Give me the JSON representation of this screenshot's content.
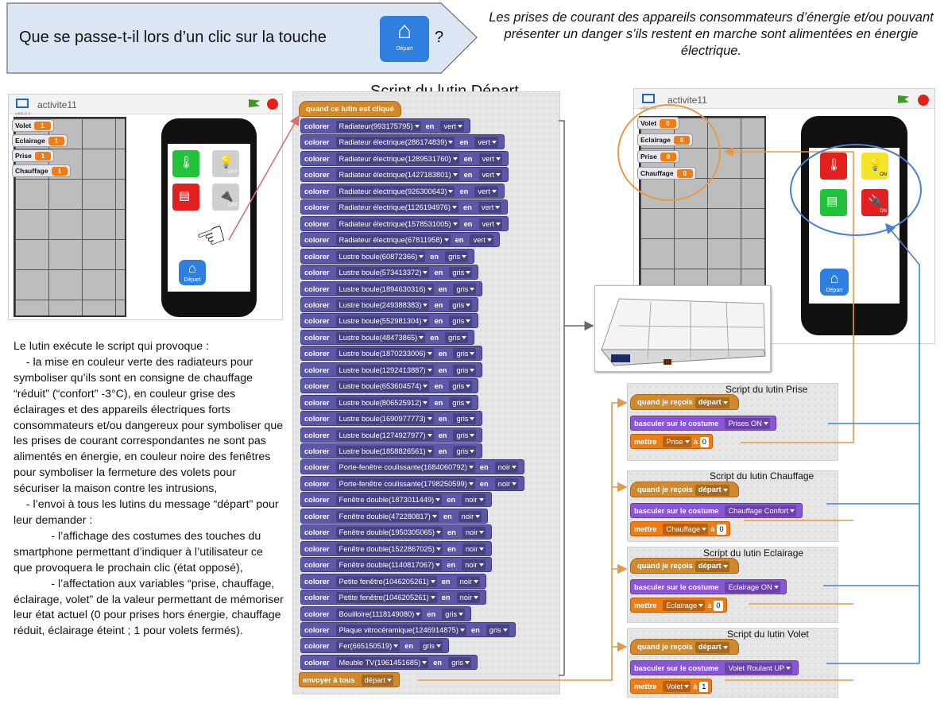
{
  "question": {
    "text": "Que se passe-t-il lors d’un clic sur la touche",
    "button_label": "Départ",
    "question_mark": "?"
  },
  "answer": "Les prises de courant des appareils consommateurs d’énergie et/ou pouvant présenter un danger s’ils restent en marche sont alimentées en énergie électrique.",
  "stage_left": {
    "title": "activite11",
    "version": "v456.0.4",
    "variables": [
      {
        "name": "Volet",
        "value": "1"
      },
      {
        "name": "Eclairage",
        "value": "1"
      },
      {
        "name": "Prise",
        "value": "1"
      },
      {
        "name": "Chauffage",
        "value": "1"
      }
    ],
    "tiles": [
      {
        "color": "#22c33a",
        "label": ""
      },
      {
        "color": "#cfcfcf",
        "label": "OFF"
      },
      {
        "color": "#e22020",
        "label": ""
      },
      {
        "color": "#cfcfcf",
        "label": "OFF"
      }
    ],
    "home_label": "Départ"
  },
  "stage_right": {
    "title": "activite11",
    "version": "v456.0.4",
    "variables": [
      {
        "name": "Volet",
        "value": "0"
      },
      {
        "name": "Eclairage",
        "value": "0"
      },
      {
        "name": "Prise",
        "value": "0"
      },
      {
        "name": "Chauffage",
        "value": "0"
      }
    ],
    "tiles": [
      {
        "color": "#e22020",
        "label": ""
      },
      {
        "color": "#f4e52a",
        "label": "ON"
      },
      {
        "color": "#22c33a",
        "label": ""
      },
      {
        "color": "#e22020",
        "label": "ON"
      }
    ],
    "home_label": "Départ"
  },
  "script_title": "Script du lutin Départ",
  "main_script": {
    "hat": "quand ce lutin est cliqué",
    "verb": "colorer",
    "connector": "en",
    "blocks": [
      {
        "target": "Radiateur(993175795)",
        "color": "vert"
      },
      {
        "target": "Radiateur électrique(286174839)",
        "color": "vert"
      },
      {
        "target": "Radiateur électrique(1289531760)",
        "color": "vert"
      },
      {
        "target": "Radiateur électrique(1427183801)",
        "color": "vert"
      },
      {
        "target": "Radiateur électrique(926300643)",
        "color": "vert"
      },
      {
        "target": "Radiateur électrique(1126194976)",
        "color": "vert"
      },
      {
        "target": "Radiateur électrique(1578531005)",
        "color": "vert"
      },
      {
        "target": "Radiateur électrique(67811958)",
        "color": "vert"
      },
      {
        "target": "Lustre boule(60872366)",
        "color": "gris"
      },
      {
        "target": "Lustre boule(573413372)",
        "color": "gris"
      },
      {
        "target": "Lustre boule(1894630316)",
        "color": "gris"
      },
      {
        "target": "Lustre boule(249388383)",
        "color": "gris"
      },
      {
        "target": "Lustre boule(552981304)",
        "color": "gris"
      },
      {
        "target": "Lustre boule(48473865)",
        "color": "gris"
      },
      {
        "target": "Lustre boule(1870233006)",
        "color": "gris"
      },
      {
        "target": "Lustre boule(1292413887)",
        "color": "gris"
      },
      {
        "target": "Lustre boule(653604574)",
        "color": "gris"
      },
      {
        "target": "Lustre boule(806525912)",
        "color": "gris"
      },
      {
        "target": "Lustre boule(1690977773)",
        "color": "gris"
      },
      {
        "target": "Lustre boule(1274927977)",
        "color": "gris"
      },
      {
        "target": "Lustre boule(1858826561)",
        "color": "gris"
      },
      {
        "target": "Porte-fenêtre coulissante(1684060792)",
        "color": "noir"
      },
      {
        "target": "Porte-fenêtre coulissante(1798250599)",
        "color": "noir"
      },
      {
        "target": "Fenêtre double(1873011449)",
        "color": "noir"
      },
      {
        "target": "Fenêtre double(472280817)",
        "color": "noir"
      },
      {
        "target": "Fenêtre double(1950305065)",
        "color": "noir"
      },
      {
        "target": "Fenêtre double(1522867025)",
        "color": "noir"
      },
      {
        "target": "Fenêtre double(1140817067)",
        "color": "noir"
      },
      {
        "target": "Petite fenêtre(1046205261)",
        "color": "noir"
      },
      {
        "target": "Petite fenêtre(1046205261)",
        "color": "noir"
      },
      {
        "target": "Bouilloire(1118149080)",
        "color": "gris"
      },
      {
        "target": "Plaque vitrocéramique(1246914875)",
        "color": "gris"
      },
      {
        "target": "Fer(665150519)",
        "color": "gris"
      },
      {
        "target": "Meuble TV(1961451685)",
        "color": "gris"
      }
    ],
    "broadcast_label": "envoyer à tous",
    "broadcast_msg": "départ"
  },
  "sub_scripts": [
    {
      "title": "Script du lutin Prise",
      "hat": "quand je reçois",
      "msg": "départ",
      "costume_label": "basculer sur le costume",
      "costume": "Prises ON",
      "set_label": "mettre",
      "var": "Prise",
      "to": "à",
      "value": "0"
    },
    {
      "title": "Script du lutin Chauffage",
      "hat": "quand je reçois",
      "msg": "départ",
      "costume_label": "basculer sur le costume",
      "costume": "Chauffage Confort",
      "set_label": "mettre",
      "var": "Chauffage",
      "to": "à",
      "value": "0"
    },
    {
      "title": "Script du lutin Eclairage",
      "hat": "quand je reçois",
      "msg": "départ",
      "costume_label": "basculer sur le costume",
      "costume": "Eclairage ON",
      "set_label": "mettre",
      "var": "Eclairage",
      "to": "à",
      "value": "0"
    },
    {
      "title": "Script du lutin Volet",
      "hat": "quand je reçois",
      "msg": "départ",
      "costume_label": "basculer sur le costume",
      "costume": "Volet Roulant UP",
      "set_label": "mettre",
      "var": "Volet",
      "to": "à",
      "value": "1"
    }
  ],
  "explanation": [
    "Le lutin exécute le script qui provoque :",
    "    - la mise en couleur verte des radiateurs pour symboliser qu’ils sont en consigne de chauffage “réduit” (“confort” -3°C), en couleur grise des éclairages et des appareils électriques forts consommateurs et/ou dangereux pour symboliser que les prises de courant correspondantes ne sont pas alimentés en énergie, en couleur noire des fenêtres pour symboliser la fermeture des volets pour sécuriser la maison contre les intrusions,",
    "    - l’envoi à tous les lutins du message “départ” pour leur demander :",
    "            - l’affichage des costumes des touches du smartphone permettant d’indiquer à l’utilisateur ce que provoquera le prochain clic (état opposé),",
    "            - l’affectation aux variables “prise, chauffage, éclairage, volet” de la valeur permettant de mémoriser leur état actuel (0 pour prises hors énergie, chauffage réduit, éclairage éteint ; 1 pour volets fermés)."
  ],
  "colors": {
    "arrow_orange": "#e39a48",
    "arrow_blue": "#4a7fd0",
    "arrow_red": "#d9706e",
    "banner": "#dbe6f4"
  }
}
